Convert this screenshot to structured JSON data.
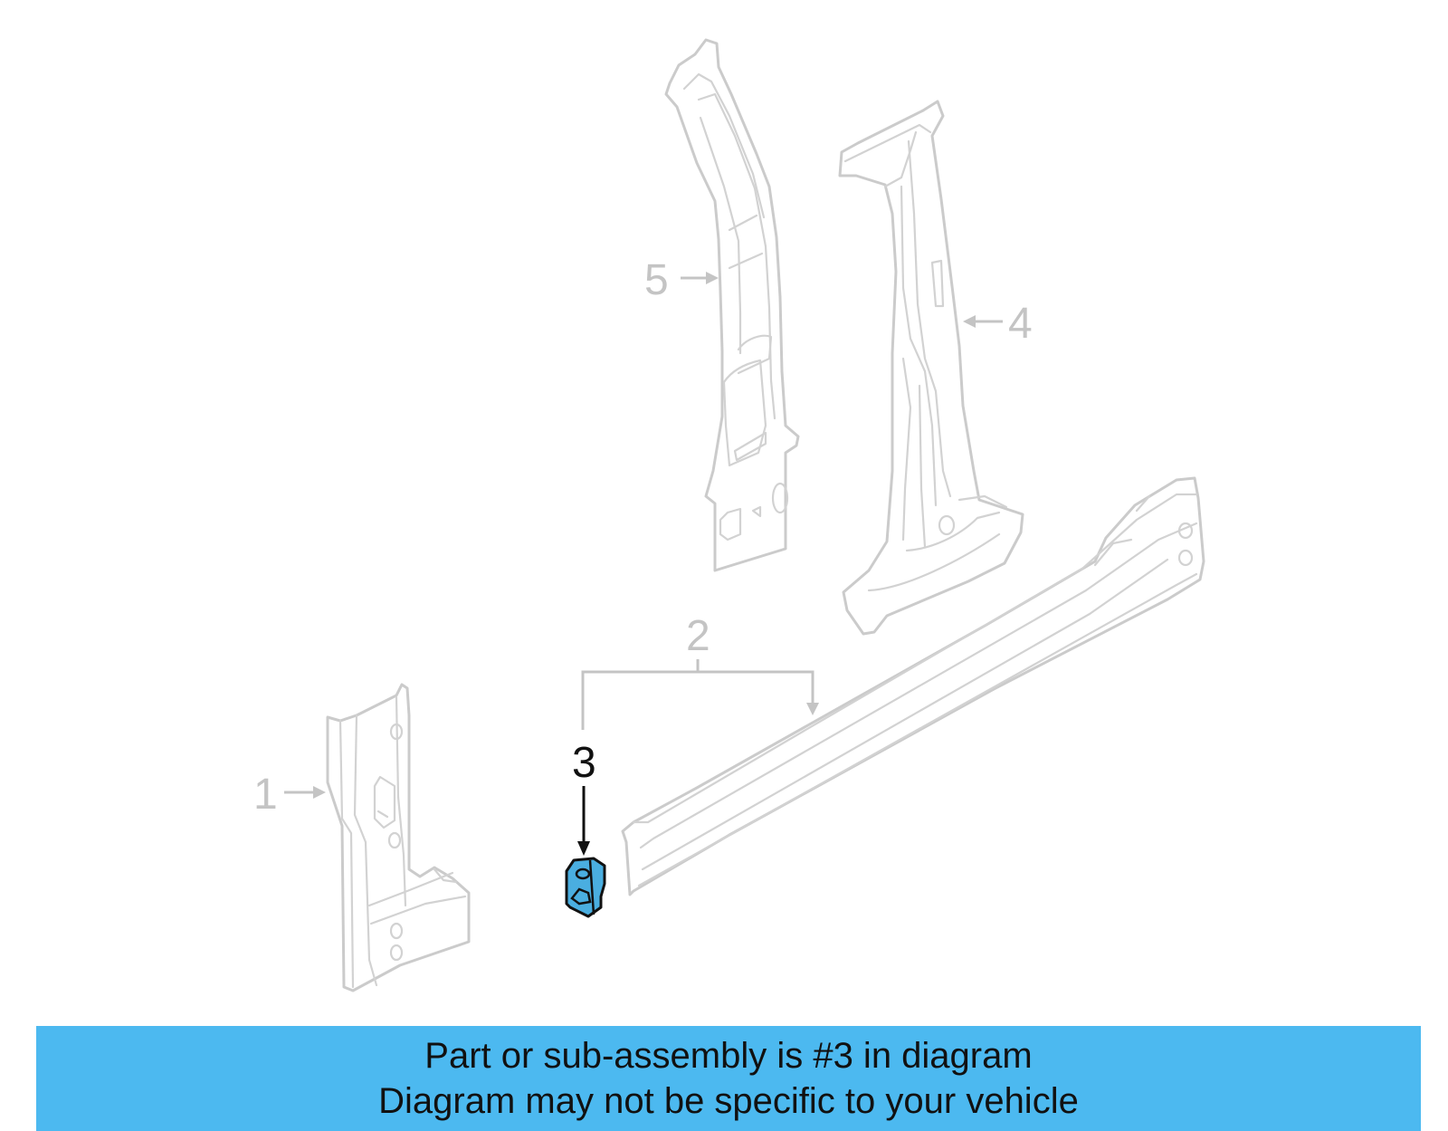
{
  "callouts": {
    "c1": "1",
    "c2": "2",
    "c3": "3",
    "c4": "4",
    "c5": "5"
  },
  "highlighted_part": "3",
  "colors": {
    "highlight_fill": "#4aaee0",
    "banner_background": "#4cb9f0",
    "part_outline": "#cbcbcb",
    "highlight_outline": "#111111"
  },
  "banner": {
    "line1": "Part or sub-assembly is #3 in diagram",
    "line2": "Diagram may not be specific to your vehicle"
  }
}
